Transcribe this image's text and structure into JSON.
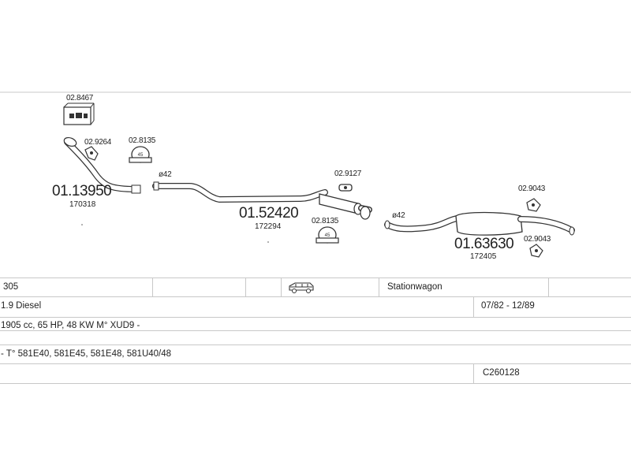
{
  "parts": [
    {
      "code": "02.8467"
    },
    {
      "code": "02.9264"
    },
    {
      "code": "02.8135"
    },
    {
      "code": "01.13950",
      "ref": "170318"
    },
    {
      "code": "01.52420",
      "ref": "172294"
    },
    {
      "code": "02.9127"
    },
    {
      "code": "02.8135"
    },
    {
      "code": "02.9043"
    },
    {
      "code": "02.9043"
    },
    {
      "code": "01.63630",
      "ref": "172405"
    }
  ],
  "pipe_diameters": [
    "ø42",
    "ø42"
  ],
  "clamp_labels": [
    "45",
    "45"
  ],
  "vehicle": {
    "model": "305",
    "body_type": "Stationwagon",
    "engine": "1.9 Diesel",
    "years": "07/82 - 12/89",
    "engine_details": "1905 cc, 65 HP, 48 KW M° XUD9 -",
    "types": "- T° 581E40, 581E45, 581E48, 581U40/48",
    "catalog_code": "C260128"
  },
  "icons": [
    "kit-box-icon",
    "bracket-icon",
    "clamp-icon",
    "hanger-icon",
    "car-icon"
  ]
}
